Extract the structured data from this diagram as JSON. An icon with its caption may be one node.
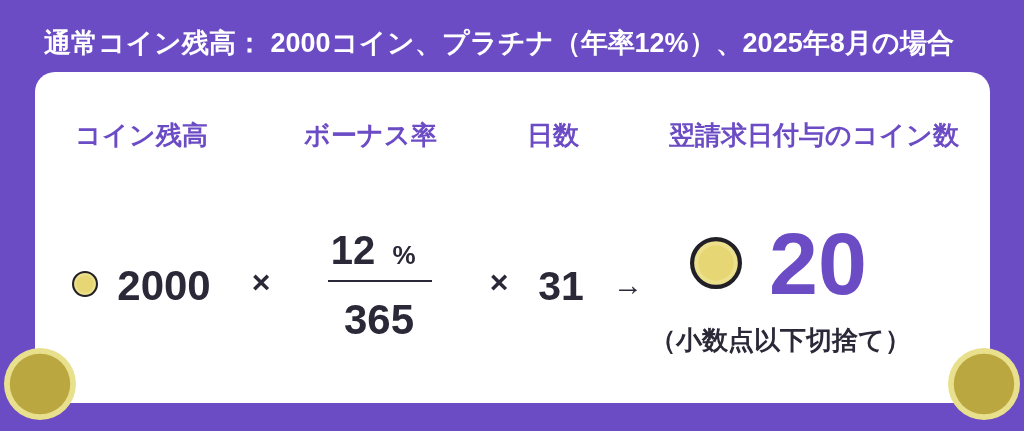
{
  "diagram": {
    "title": "通常コイン残高： 2000コイン、プラチナ（年率12%）、2025年8月の場合",
    "labels": [
      "コイン残高",
      "ボーナス率",
      "日数",
      "翌請求日付与のコイン数",
      "2000",
      "×",
      "12",
      "%",
      "365",
      "×",
      "31",
      "→",
      "20",
      "（小数点以下切捨て）"
    ]
  }
}
